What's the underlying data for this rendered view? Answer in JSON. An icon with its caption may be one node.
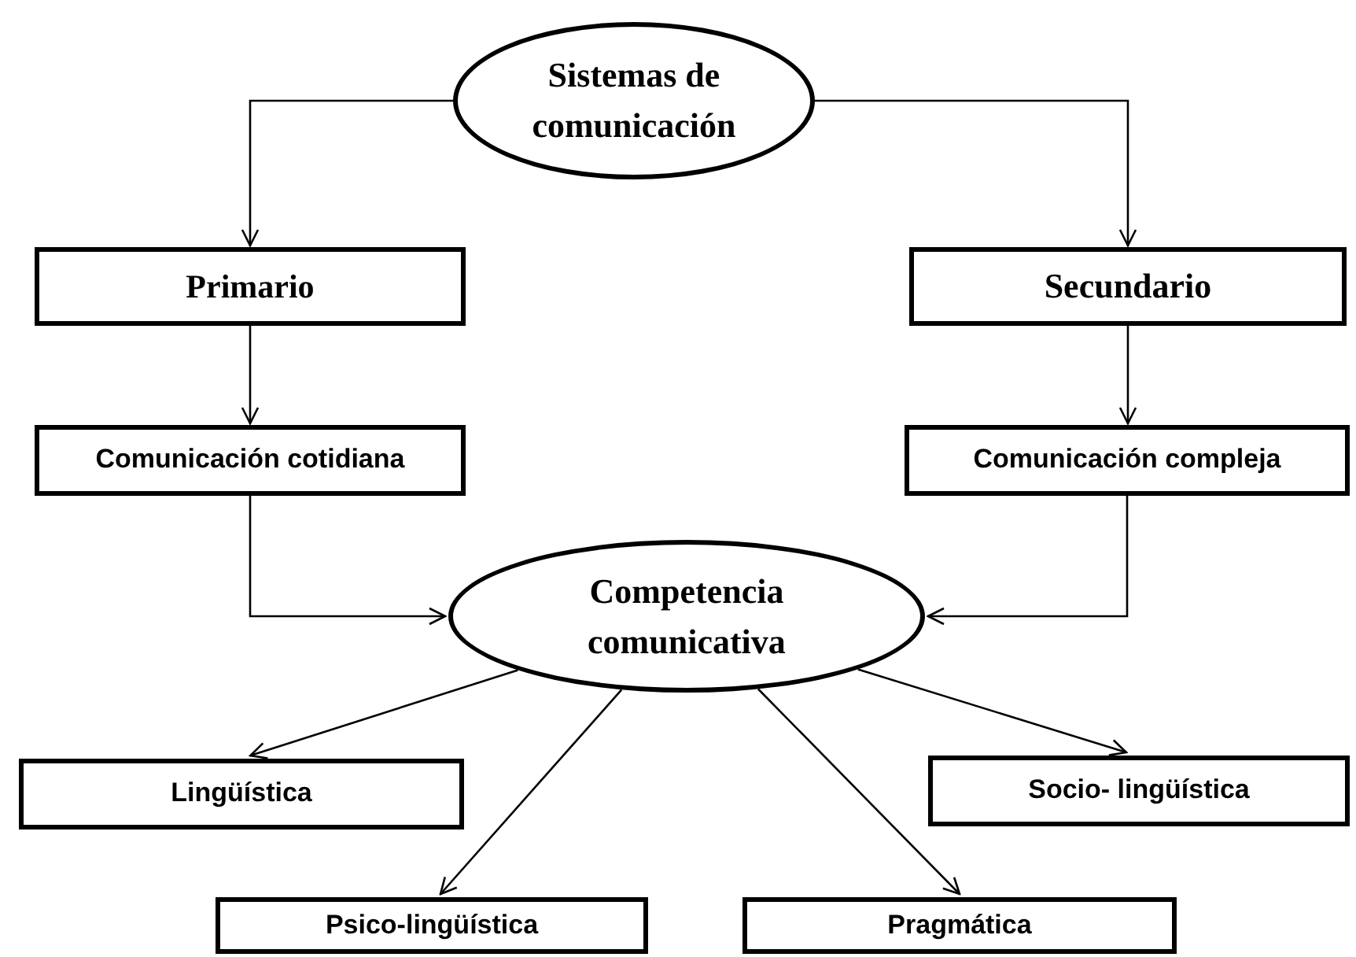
{
  "diagram": {
    "nodes": [
      {
        "text": [
          "Sistemas de comunicación"
        ]
      },
      {
        "text": [
          "Primario"
        ]
      },
      {
        "text": [
          "Secundario"
        ]
      },
      {
        "text": [
          "Comunicación cotidiana"
        ]
      },
      {
        "text": [
          "Comunicación compleja"
        ]
      },
      {
        "text": [
          "Competencia comunicativa"
        ]
      },
      {
        "text": [
          "Lingüística"
        ]
      },
      {
        "text": [
          "Socio- lingüística"
        ]
      },
      {
        "text": [
          "Psico-lingüística"
        ]
      },
      {
        "text": [
          "Pragmática"
        ]
      }
    ],
    "edges": [
      {
        "from": 0,
        "to": 1,
        "arrow": "to"
      },
      {
        "from": 0,
        "to": 2,
        "arrow": "to"
      },
      {
        "from": 1,
        "to": 3,
        "arrow": "to"
      },
      {
        "from": 2,
        "to": 4,
        "arrow": "to"
      },
      {
        "from": 3,
        "to": 5,
        "arrow": "to"
      },
      {
        "from": 4,
        "to": 5,
        "arrow": "to"
      },
      {
        "from": 5,
        "to": 6,
        "arrow": "to"
      },
      {
        "from": 5,
        "to": 8,
        "arrow": "to"
      },
      {
        "from": 5,
        "to": 9,
        "arrow": "to"
      },
      {
        "from": 5,
        "to": 7,
        "arrow": "to"
      }
    ]
  }
}
